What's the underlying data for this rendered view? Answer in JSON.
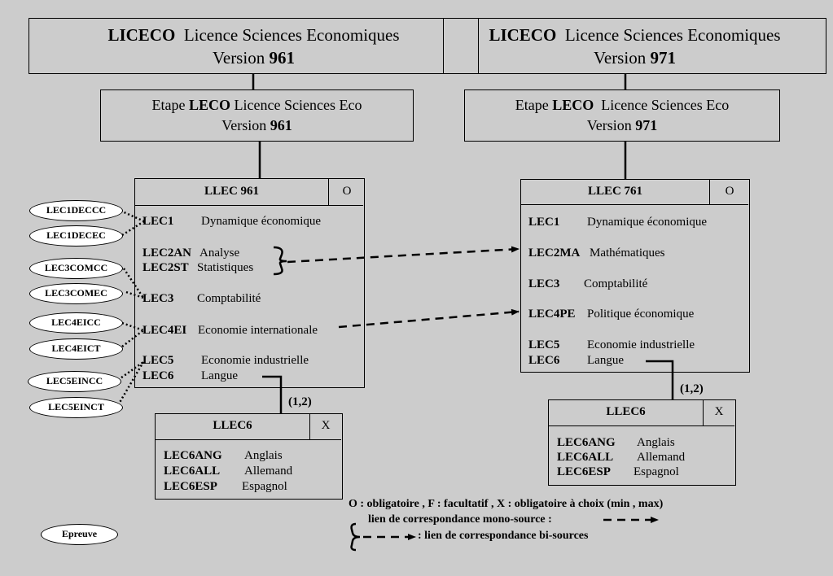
{
  "top_left": {
    "title_bold": "LICECO",
    "title_rest": "Licence Sciences Economiques",
    "version_label": "Version",
    "version_num": "961"
  },
  "top_right": {
    "title_bold": "LICECO",
    "title_rest": "Licence Sciences Economiques",
    "version_label": "Version",
    "version_num": "971"
  },
  "etape_left": {
    "prefix": "Etape",
    "code": "LECO",
    "rest": "Licence Sciences Eco",
    "version_label": "Version",
    "version_num": "961"
  },
  "etape_right": {
    "prefix": "Etape",
    "code": "LECO",
    "rest": "Licence Sciences Eco",
    "version_label": "Version",
    "version_num": "971"
  },
  "llec_left": {
    "title": "LLEC 961",
    "flag": "O",
    "items": [
      {
        "code": "LEC1",
        "label": "Dynamique économique"
      },
      {
        "code": "LEC2AN",
        "label": "Analyse"
      },
      {
        "code": "LEC2ST",
        "label": "Statistiques"
      },
      {
        "code": "LEC3",
        "label": "Comptabilité"
      },
      {
        "code": "LEC4EI",
        "label": "Economie internationale"
      },
      {
        "code": "LEC5",
        "label": "Economie industrielle"
      },
      {
        "code": "LEC6",
        "label": "Langue"
      }
    ]
  },
  "llec_right": {
    "title": "LLEC 761",
    "flag": "O",
    "items": [
      {
        "code": "LEC1",
        "label": "Dynamique économique"
      },
      {
        "code": "LEC2MA",
        "label": "Mathématiques"
      },
      {
        "code": "LEC3",
        "label": "Comptabilité"
      },
      {
        "code": "LEC4PE",
        "label": "Politique économique"
      },
      {
        "code": "LEC5",
        "label": "Economie industrielle"
      },
      {
        "code": "LEC6",
        "label": "Langue"
      }
    ]
  },
  "llec6_left": {
    "title": "LLEC6",
    "flag": "X",
    "cardinality": "(1,2)",
    "items": [
      {
        "code": "LEC6ANG",
        "label": "Anglais"
      },
      {
        "code": "LEC6ALL",
        "label": "Allemand"
      },
      {
        "code": "LEC6ESP",
        "label": "Espagnol"
      }
    ]
  },
  "llec6_right": {
    "title": "LLEC6",
    "flag": "X",
    "cardinality": "(1,2)",
    "items": [
      {
        "code": "LEC6ANG",
        "label": "Anglais"
      },
      {
        "code": "LEC6ALL",
        "label": "Allemand"
      },
      {
        "code": "LEC6ESP",
        "label": "Espagnol"
      }
    ]
  },
  "epreuves": [
    "LEC1DECCC",
    "LEC1DECEC",
    "LEC3COMCC",
    "LEC3COMEC",
    "LEC4EICC",
    "LEC4EICT",
    "LEC5EINCC",
    "LEC5EINCT"
  ],
  "legend": {
    "epreuve": "Epreuve",
    "line1": "O : obligatoire , F : facultatif  , X : obligatoire à choix (min , max)",
    "line2": "lien de correspondance mono-source :",
    "line3": ": lien de correspondance bi-sources"
  }
}
